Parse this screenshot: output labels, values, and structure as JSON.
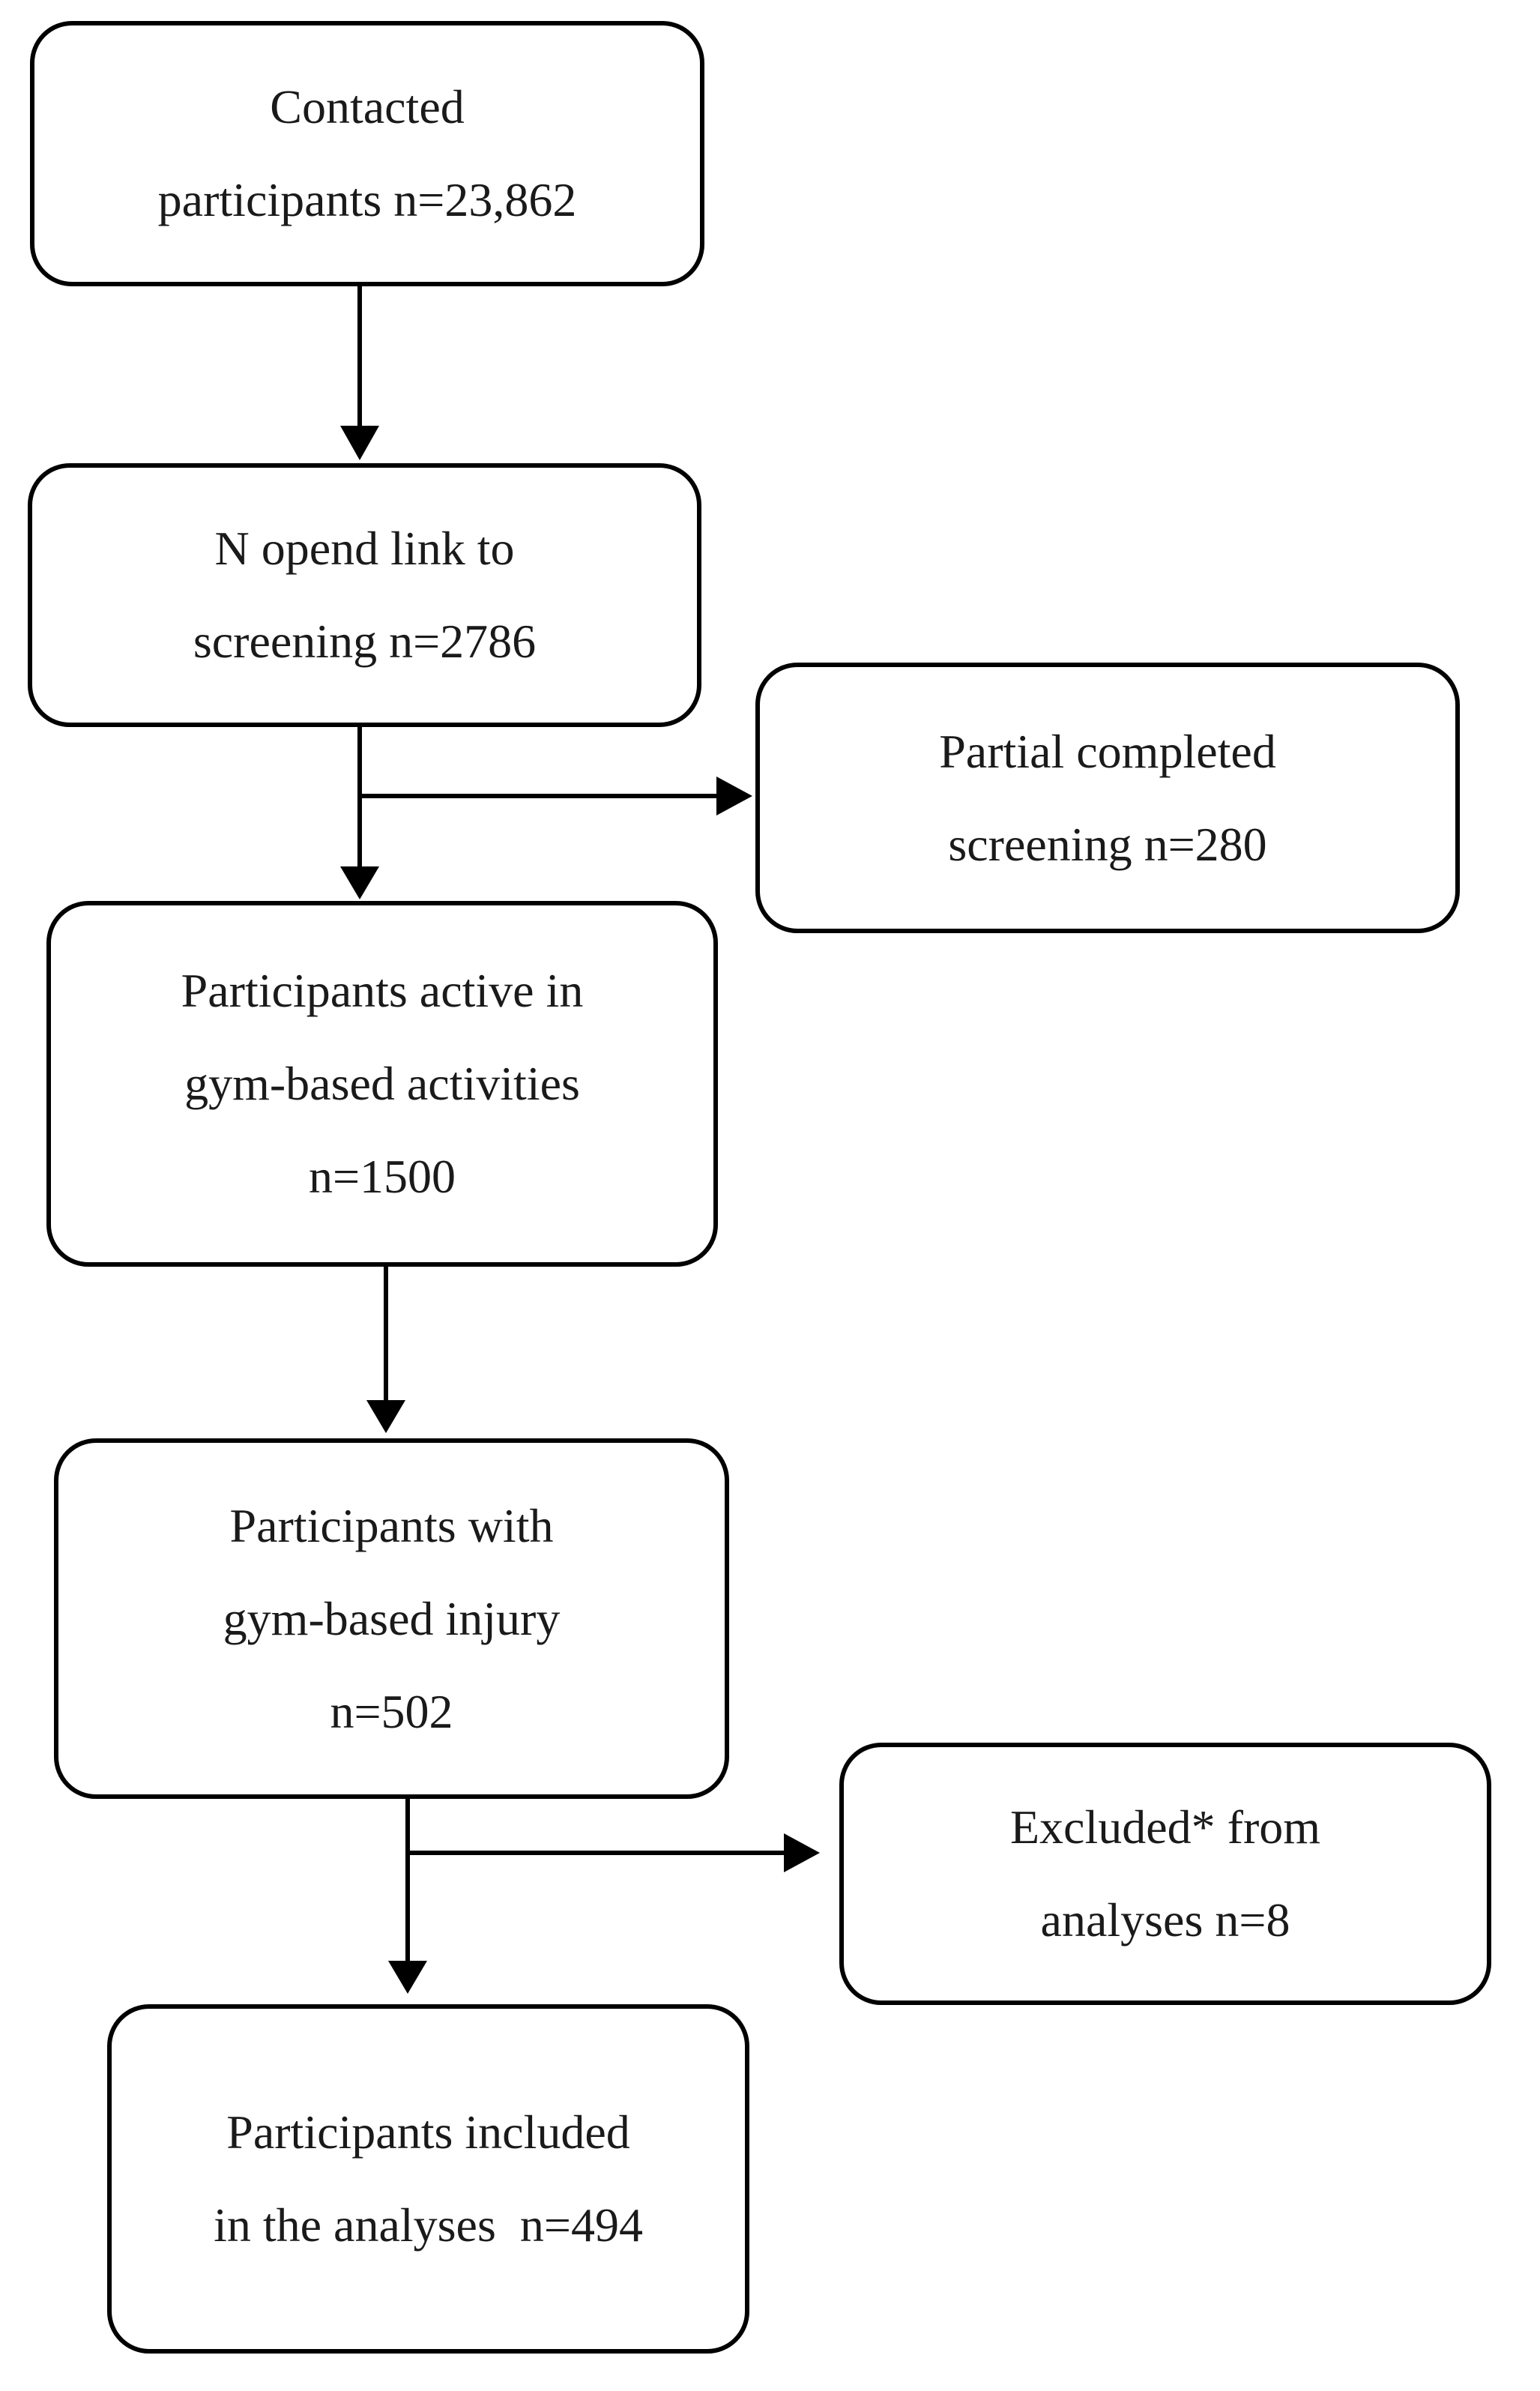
{
  "figure": {
    "background_color": "#ffffff",
    "line_color": "#000000",
    "text_color": "#1a1a1a"
  },
  "boxes": [
    {
      "id": "contacted-participants",
      "lines": [
        "Contacted",
        "participants n=23,862"
      ]
    },
    {
      "id": "opened-link",
      "lines": [
        "N opend link to",
        "screening n=2786"
      ]
    },
    {
      "id": "partial-screening",
      "lines": [
        "Partial completed",
        "screening n=280"
      ]
    },
    {
      "id": "active-gym",
      "lines": [
        "Participants active in",
        "gym-based activities",
        "n=1500"
      ]
    },
    {
      "id": "gym-injury",
      "lines": [
        "Participants with",
        "gym-based injury",
        "n=502"
      ]
    },
    {
      "id": "excluded",
      "lines": [
        "Excluded* from",
        "analyses n=8"
      ]
    },
    {
      "id": "included",
      "lines": [
        "Participants included",
        "in the analyses  n=494"
      ]
    }
  ]
}
